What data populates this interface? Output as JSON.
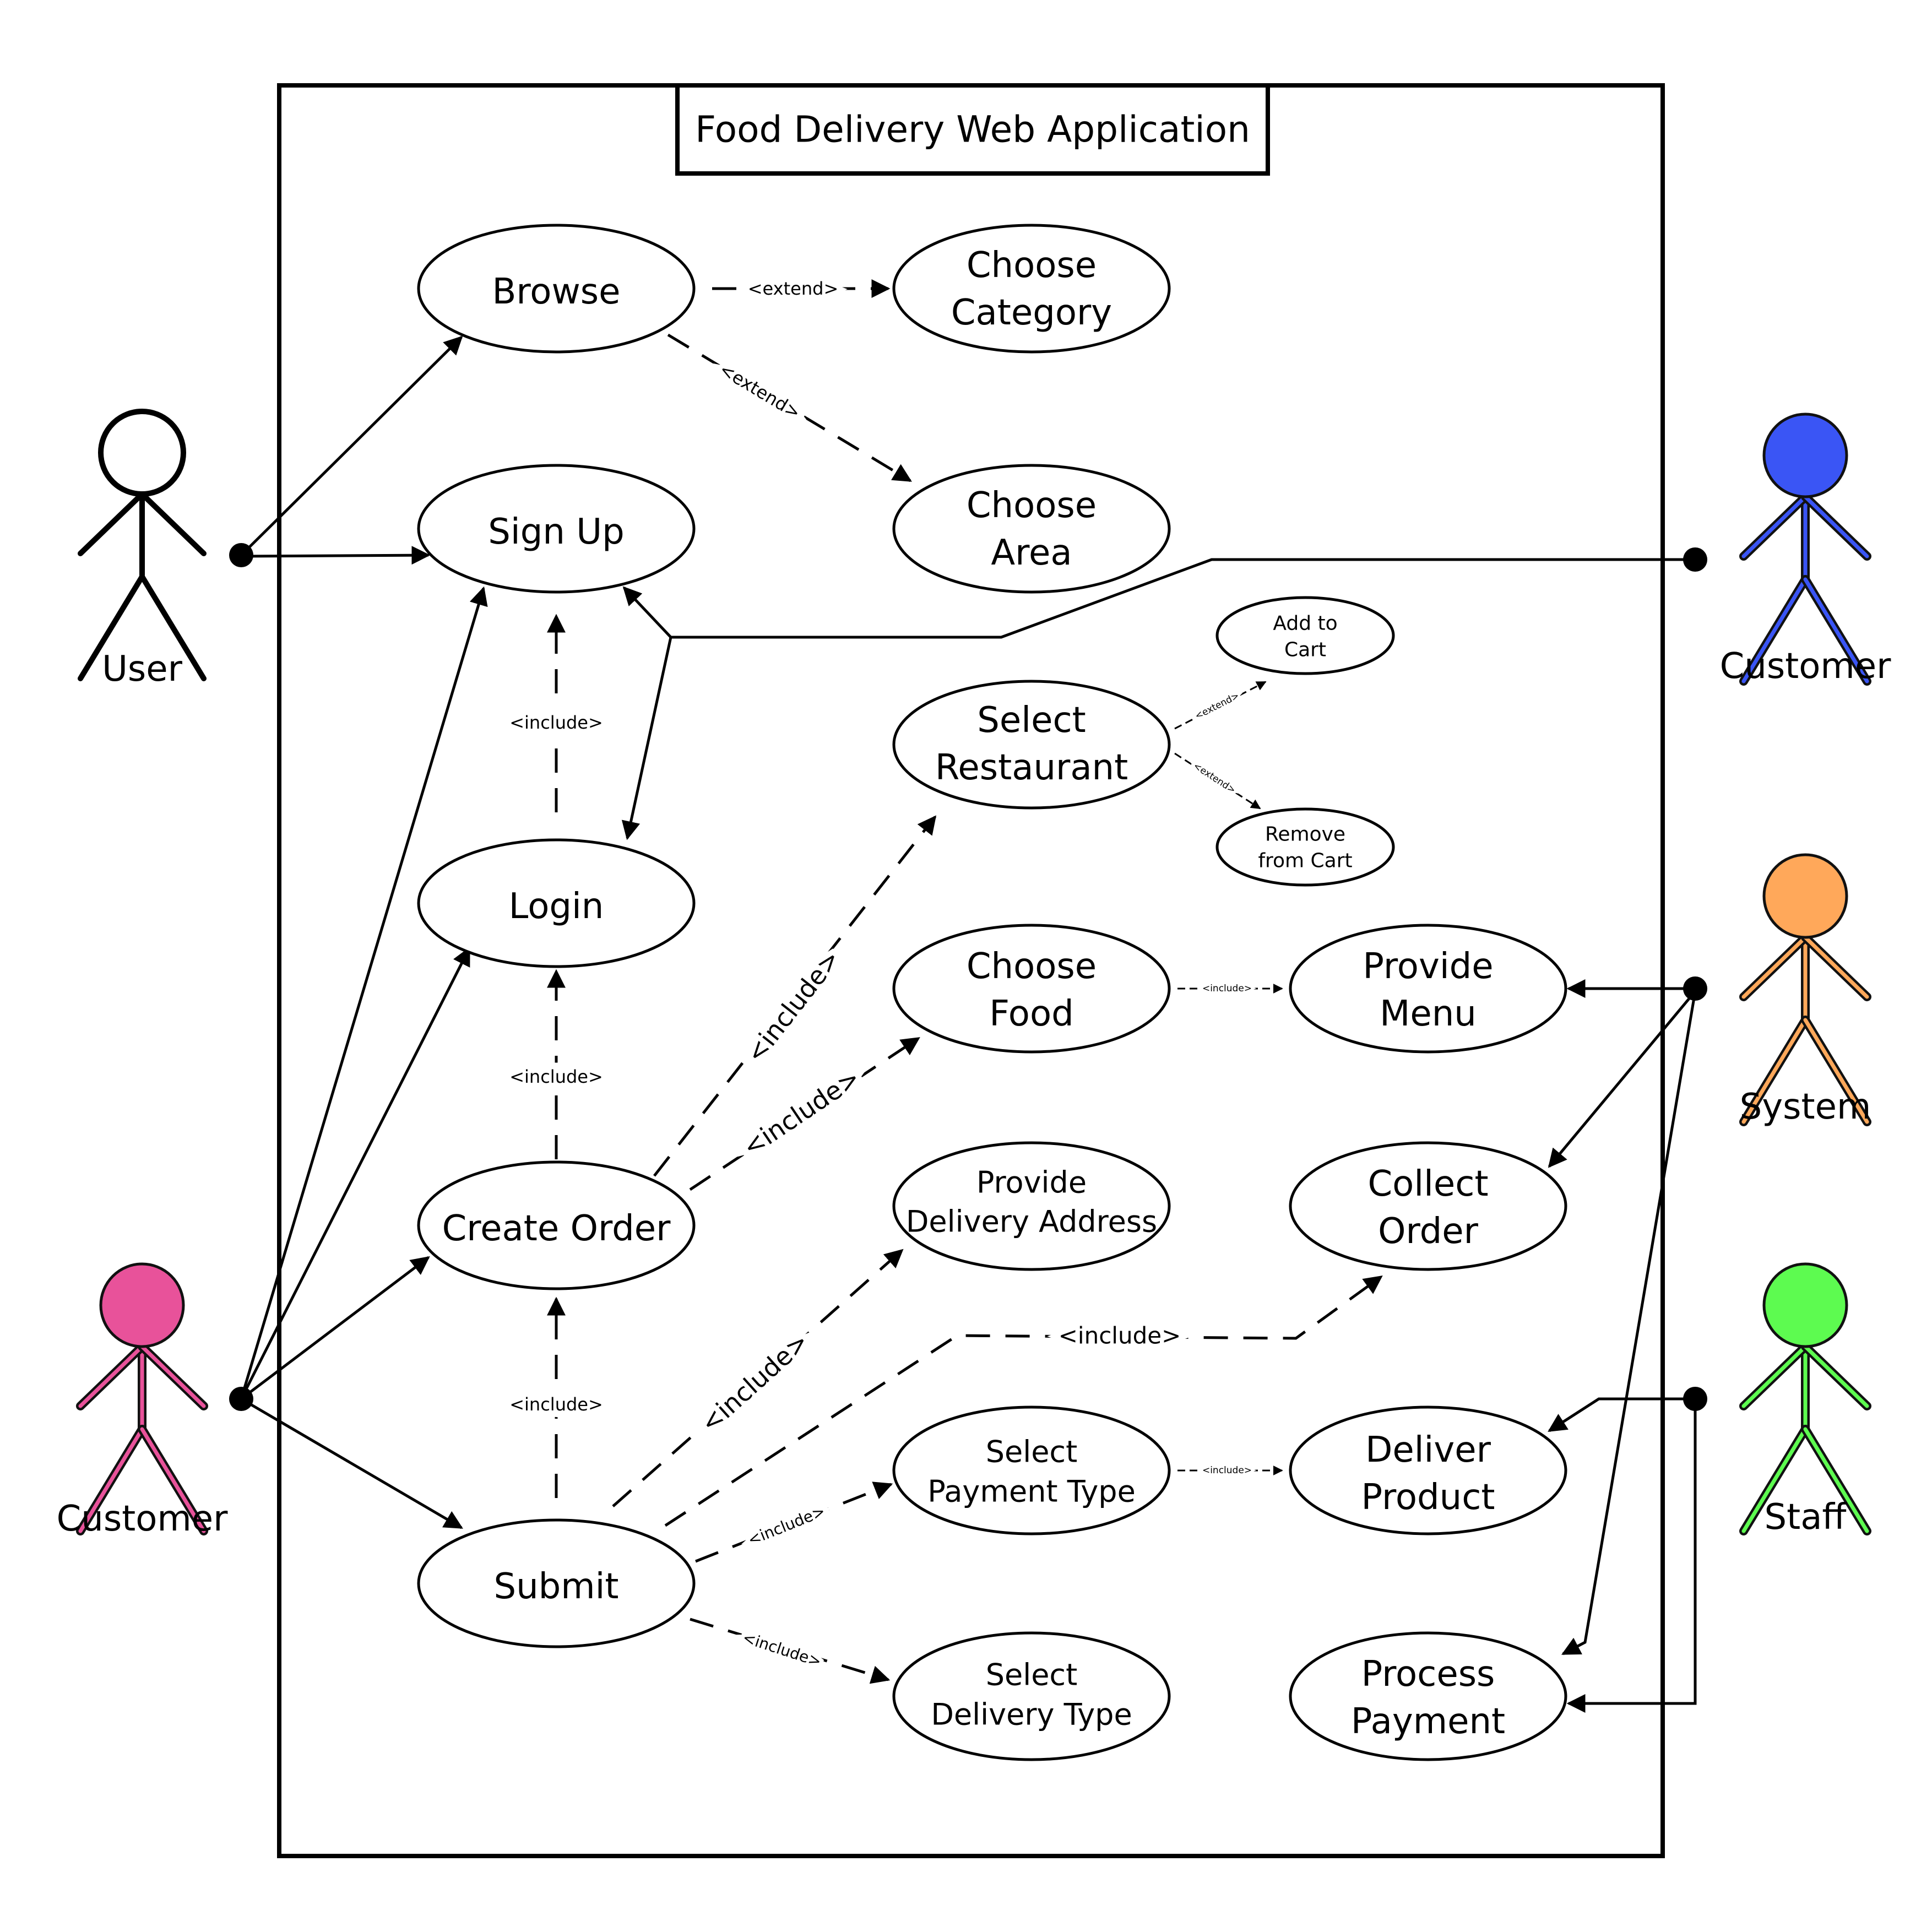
{
  "diagram": {
    "system_title": "Food Delivery Web Application",
    "actors": [
      {
        "id": "user",
        "label": "User",
        "fill": "#ffffff",
        "stroke": "#000000"
      },
      {
        "id": "customer_left",
        "label": "Customer",
        "fill": "#e8529a",
        "stroke": "#c4356f"
      },
      {
        "id": "customer_right",
        "label": "Customer",
        "fill": "#3a55f5",
        "stroke": "#2a3ab5"
      },
      {
        "id": "system",
        "label": "System",
        "fill": "#ffa85a",
        "stroke": "#e0843a"
      },
      {
        "id": "staff",
        "label": "Staff",
        "fill": "#5dfb50",
        "stroke": "#35c028"
      }
    ],
    "use_cases": [
      {
        "id": "browse",
        "lines": [
          "Browse"
        ]
      },
      {
        "id": "choose_category",
        "lines": [
          "Choose",
          "Category"
        ]
      },
      {
        "id": "sign_up",
        "lines": [
          "Sign Up"
        ]
      },
      {
        "id": "choose_area",
        "lines": [
          "Choose",
          "Area"
        ]
      },
      {
        "id": "add_to_cart",
        "lines": [
          "Add to",
          "Cart"
        ]
      },
      {
        "id": "select_restaurant",
        "lines": [
          "Select",
          "Restaurant"
        ]
      },
      {
        "id": "remove_from_cart",
        "lines": [
          "Remove",
          "from Cart"
        ]
      },
      {
        "id": "login",
        "lines": [
          "Login"
        ]
      },
      {
        "id": "choose_food",
        "lines": [
          "Choose",
          "Food"
        ]
      },
      {
        "id": "provide_menu",
        "lines": [
          "Provide",
          "Menu"
        ]
      },
      {
        "id": "create_order",
        "lines": [
          "Create Order"
        ]
      },
      {
        "id": "provide_delivery_address",
        "lines": [
          "Provide",
          "Delivery Address"
        ]
      },
      {
        "id": "collect_order",
        "lines": [
          "Collect",
          "Order"
        ]
      },
      {
        "id": "select_payment_type",
        "lines": [
          "Select",
          "Payment Type"
        ]
      },
      {
        "id": "deliver_product",
        "lines": [
          "Deliver",
          "Product"
        ]
      },
      {
        "id": "submit",
        "lines": [
          "Submit"
        ]
      },
      {
        "id": "select_delivery_type",
        "lines": [
          "Select",
          "Delivery Type"
        ]
      },
      {
        "id": "process_payment",
        "lines": [
          "Process",
          "Payment"
        ]
      }
    ],
    "relationships": [
      {
        "id": "browse-choose-category",
        "label": "<extend>"
      },
      {
        "id": "browse-choose-area",
        "label": "<extend>"
      },
      {
        "id": "login-signup",
        "label": "<include>"
      },
      {
        "id": "restaurant-add-cart",
        "label": "<extend>"
      },
      {
        "id": "restaurant-remove-cart",
        "label": "<extend>"
      },
      {
        "id": "create-order-login",
        "label": "<include>"
      },
      {
        "id": "create-order-restaurant",
        "label": "<include>"
      },
      {
        "id": "create-order-food",
        "label": "<include>"
      },
      {
        "id": "food-menu",
        "label": "<include>"
      },
      {
        "id": "submit-create-order",
        "label": "<include>"
      },
      {
        "id": "submit-address",
        "label": "<include>"
      },
      {
        "id": "submit-collect",
        "label": "<include>"
      },
      {
        "id": "submit-payment-type",
        "label": "<include>"
      },
      {
        "id": "payment-type-deliver",
        "label": "<include>"
      },
      {
        "id": "submit-delivery-type",
        "label": "<include>"
      }
    ]
  }
}
